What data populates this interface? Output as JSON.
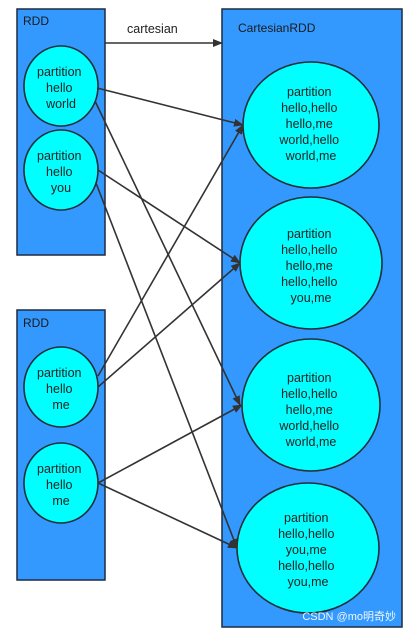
{
  "edge_label": "cartesian",
  "watermark": "CSDN @mo明奇妙",
  "colors": {
    "box_fill": "#3399ff",
    "box_stroke": "#1f2a44",
    "node_fill": "#00ffff",
    "node_stroke": "#1f2f3a",
    "edge": "#333333"
  },
  "boxes": {
    "rdd_a": {
      "title": "RDD",
      "partitions": {
        "p0": [
          "partition",
          "hello",
          "world"
        ],
        "p1": [
          "partition",
          "hello",
          "you"
        ]
      }
    },
    "rdd_b": {
      "title": "RDD",
      "partitions": {
        "p0": [
          "partition",
          "hello",
          "me"
        ],
        "p1": [
          "partition",
          "hello",
          "me"
        ]
      }
    },
    "cartesian": {
      "title": "CartesianRDD",
      "partitions": {
        "p0": [
          "partition",
          "hello,hello",
          "hello,me",
          "world,hello",
          "world,me"
        ],
        "p1": [
          "partition",
          "hello,hello",
          "hello,me",
          "hello,hello",
          "you,me"
        ],
        "p2": [
          "partition",
          "hello,hello",
          "hello,me",
          "world,hello",
          "world,me"
        ],
        "p3": [
          "partition",
          "hello,hello",
          "you,me",
          "hello,hello",
          "you,me"
        ]
      }
    }
  }
}
